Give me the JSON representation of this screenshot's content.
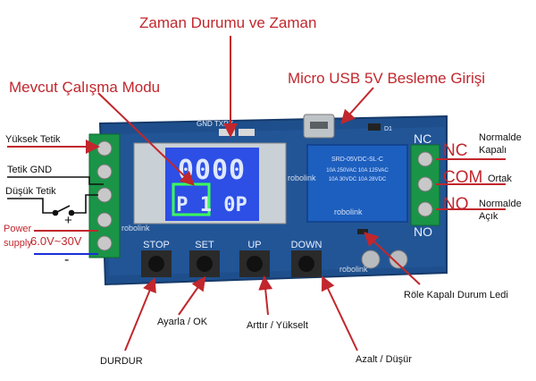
{
  "labels": {
    "time_title": "Zaman Durumu ve Zaman",
    "mode_title": "Mevcut Çalışma Modu",
    "usb_title": "Micro USB 5V Besleme Girişi",
    "high_trigger": "Yüksek Tetik",
    "trigger_gnd": "Tetik GND",
    "low_trigger": "Düşük Tetik",
    "power_line1": "Power",
    "power_line2": "supply",
    "voltage_range": "6.0V~30V",
    "plus": "+",
    "minus": "-",
    "nc": "NC",
    "com": "COM",
    "no": "NO",
    "nc_desc_line1": "Normalde",
    "nc_desc_line2": "Kapalı",
    "com_desc": "Ortak",
    "no_desc_line1": "Normalde",
    "no_desc_line2": "Açık",
    "relay_led": "Röle Kapalı Durum Ledi",
    "set_ok": "Ayarla / OK",
    "up_desc": "Arttır / Yükselt",
    "stop_desc": "DURDUR",
    "down_desc": "Azalt / Düşür"
  },
  "board": {
    "header_text": "GND TXRX",
    "d1": "D1",
    "display_digits": "0000",
    "display_mode": "P 1 0P",
    "relay_text": {
      "line1": "SRD-05VDC-SL-C",
      "line2": "10A 250VAC  10A 125VAC",
      "line3": "10A 30VDC  10A 28VDC"
    },
    "nc_silk": "NC",
    "no_silk": "NO",
    "buttons": [
      "STOP",
      "SET",
      "UP",
      "DOWN"
    ],
    "watermark": "robolink"
  },
  "colors": {
    "accent_red": "#c1272d",
    "board_blue": "#1e4f8c",
    "lcd_blue": "#2d4fe6",
    "relay_blue": "#1d5fbe"
  }
}
